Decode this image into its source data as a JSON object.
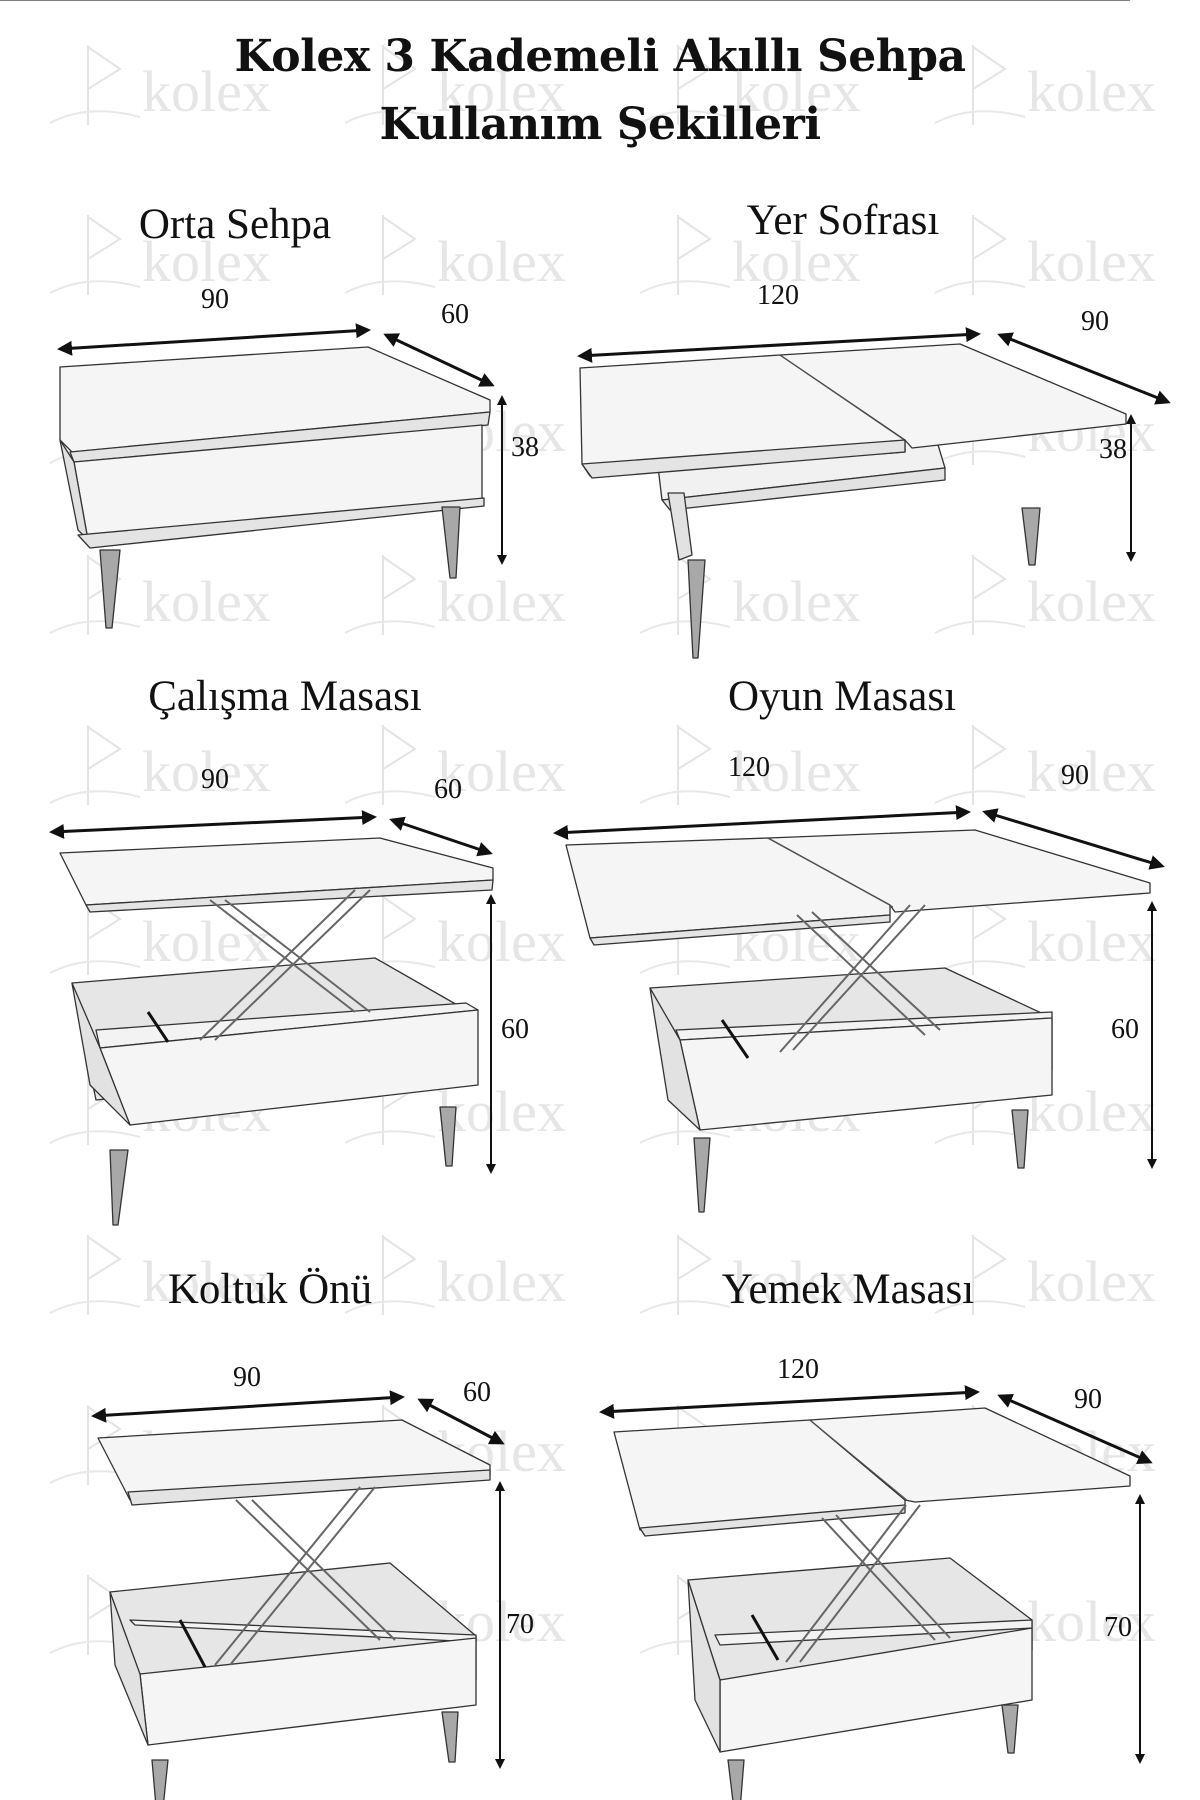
{
  "header": {
    "title_line1": "Kolex 3 Kademeli Akıllı Sehpa",
    "title_line2": "Kullanım Şekilleri"
  },
  "watermark": {
    "text": "kolex",
    "icon": "flag-logo-icon",
    "color": "#e6e6e6"
  },
  "panels": [
    {
      "title": "Orta Sehpa",
      "width": "90",
      "depth": "60",
      "height": "38"
    },
    {
      "title": "Yer Sofrası",
      "width": "120",
      "depth": "90",
      "height": "38"
    },
    {
      "title": "Çalışma Masası",
      "width": "90",
      "depth": "60",
      "height": "60"
    },
    {
      "title": "Oyun Masası",
      "width": "120",
      "depth": "90",
      "height": "60"
    },
    {
      "title": "Koltuk Önü",
      "width": "90",
      "depth": "60",
      "height": "70"
    },
    {
      "title": "Yemek Masası",
      "width": "120",
      "depth": "90",
      "height": "70"
    }
  ],
  "colors": {
    "line": "#222222",
    "surface": "#f4f4f4",
    "shade": "#e2e2e2",
    "leg": "#9a9a9a"
  }
}
